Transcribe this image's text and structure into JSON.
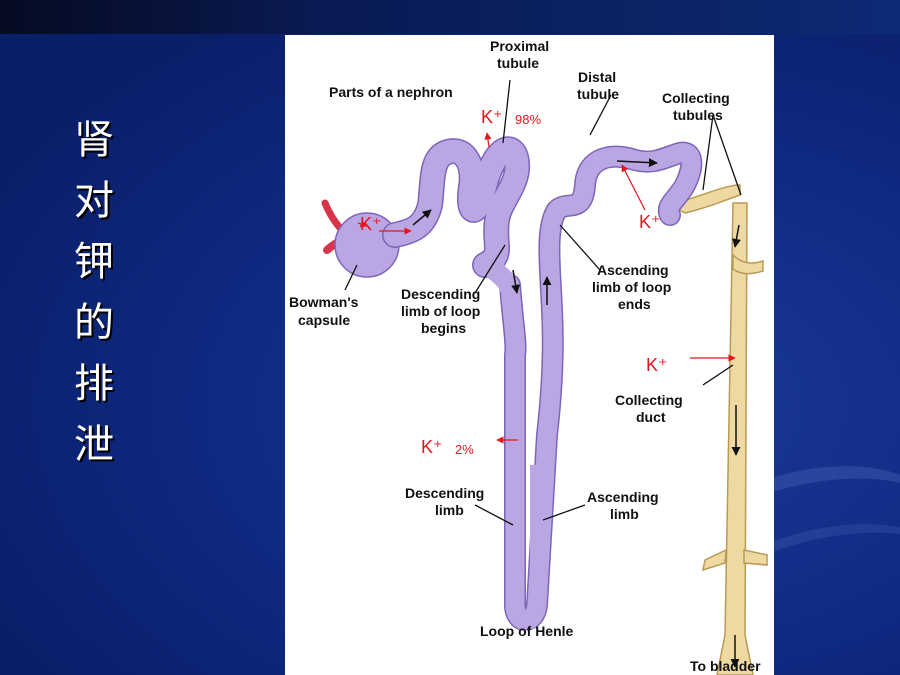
{
  "title": "肾对钾的排泄",
  "diagram": {
    "heading": "Parts of a nephron",
    "labels": {
      "proximal_1": "Proximal",
      "proximal_2": "tubule",
      "distal_1": "Distal",
      "distal_2": "tubule",
      "collecting_tubules_1": "Collecting",
      "collecting_tubules_2": "tubules",
      "bowmans_1": "Bowman's",
      "bowmans_2": "capsule",
      "desc_begin_1": "Descending",
      "desc_begin_2": "limb of loop",
      "desc_begin_3": "begins",
      "asc_end_1": "Ascending",
      "asc_end_2": "limb of loop",
      "asc_end_3": "ends",
      "collecting_duct_1": "Collecting",
      "collecting_duct_2": "duct",
      "desc_limb_1": "Descending",
      "desc_limb_2": "limb",
      "asc_limb_1": "Ascending",
      "asc_limb_2": "limb",
      "loop_henle": "Loop of Henle",
      "to_bladder": "To bladder"
    },
    "annotations": {
      "k_symbol": "K⁺",
      "proximal_pct": "98%",
      "loop_pct": "2%"
    },
    "colors": {
      "tubule": "#b9a6e3",
      "tubule_edge": "#7d65b8",
      "duct": "#efd9a3",
      "duct_edge": "#b99a55",
      "vessel": "#d8344a",
      "annotation": "#e8141c"
    }
  }
}
